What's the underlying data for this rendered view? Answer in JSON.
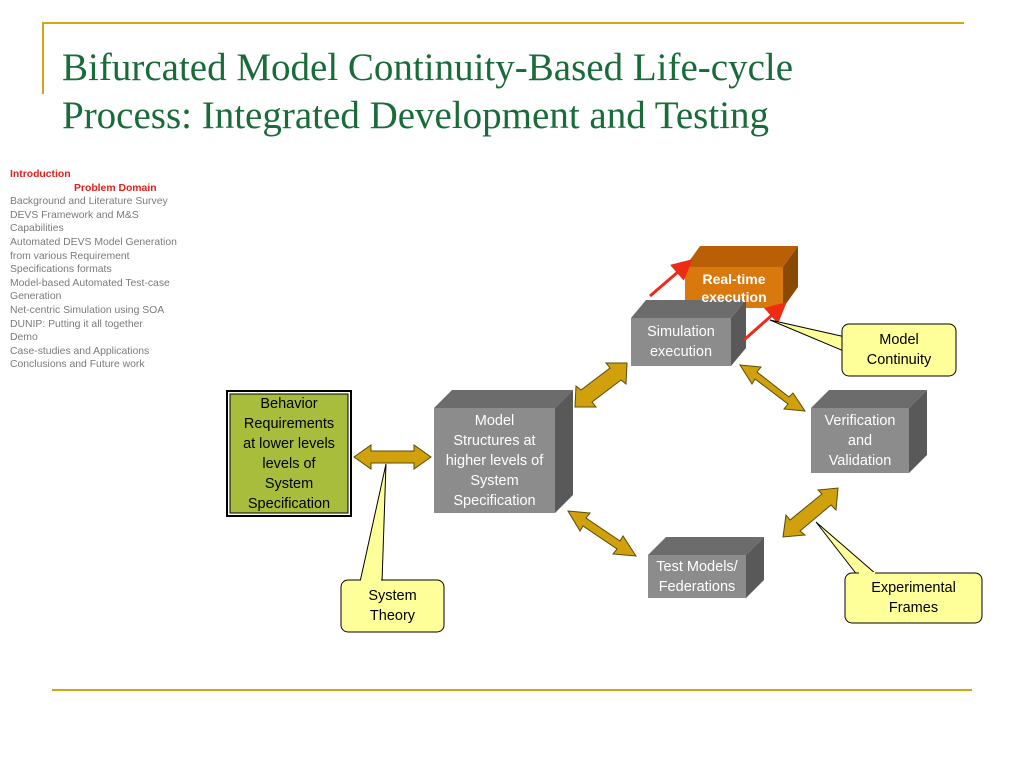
{
  "slide": {
    "title_lines": [
      "Bifurcated Model Continuity-Based Life-cycle",
      "Process: Integrated Development and Testing"
    ],
    "accent_color": "#d9a21b",
    "title_color": "#1a6b3a"
  },
  "outline": {
    "items": [
      "Introduction",
      "Problem Domain",
      "Background and Literature Survey",
      "DEVS Framework and M&S",
      "Capabilities",
      "Automated DEVS Model Generation",
      "from various Requirement",
      "Specifications formats",
      "Model-based Automated Test-case",
      "Generation",
      "Net-centric Simulation using SOA",
      "DUNIP: Putting it all together",
      "Demo",
      "Case-studies and Applications",
      "Conclusions and Future work"
    ],
    "highlight_color": "#e2201b"
  },
  "diagram": {
    "behavior": [
      "Behavior",
      "Requirements",
      "at lower levels",
      "levels of",
      "System",
      "Specification"
    ],
    "model_structures": [
      "Model",
      "Structures at",
      "higher levels of",
      "System",
      "Specification"
    ],
    "simulation": [
      "Simulation",
      "execution"
    ],
    "realtime": [
      "Real-time",
      "execution"
    ],
    "verification": [
      "Verification",
      "and",
      "Validation"
    ],
    "test_models": [
      "Test Models/",
      "Federations"
    ],
    "callout_model_continuity": [
      "Model",
      "Continuity"
    ],
    "callout_system_theory": [
      "System",
      "Theory"
    ],
    "callout_experimental_frames": [
      "Experimental",
      "Frames"
    ],
    "colors": {
      "gray_box": "#8c8c8c",
      "orange_box": "#d9780c",
      "green_box": "#a9bd3c",
      "arrow": "#d0a10c",
      "callout": "#ffff99",
      "red_arrow": "#ee2b14"
    }
  }
}
